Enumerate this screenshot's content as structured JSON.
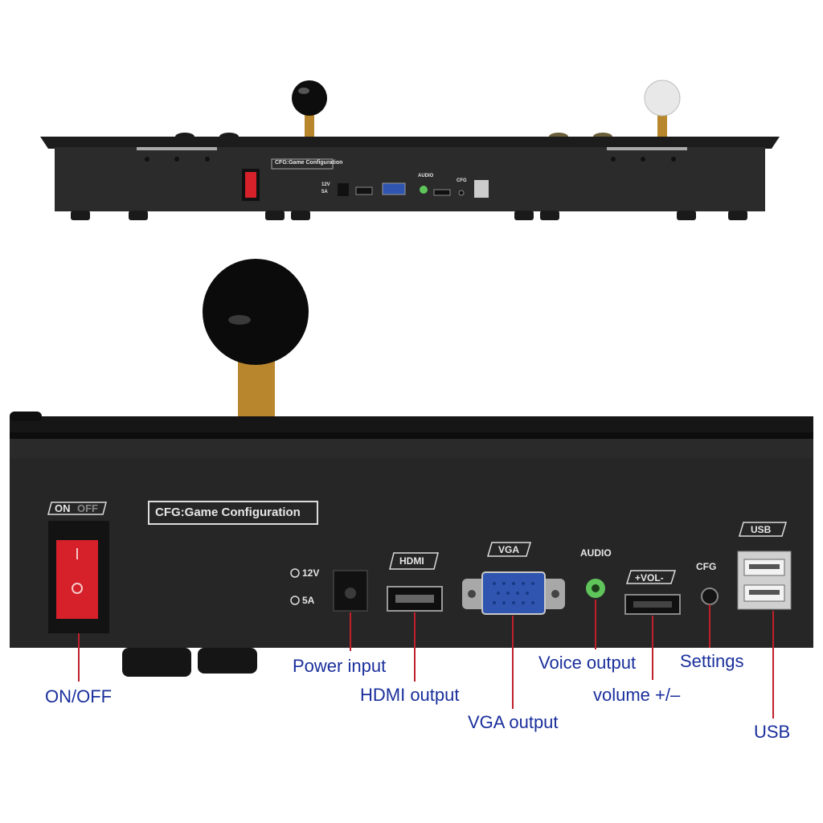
{
  "top_panel": {
    "cfg_box": "CFG:Game Configuration",
    "power_12v": "12V",
    "power_5a": "5A",
    "audio": "AUDIO",
    "cfg": "CFG"
  },
  "main_panel": {
    "switch_tag_on": "ON",
    "switch_tag_off": "OFF",
    "cfg_box": "CFG:Game Configuration",
    "power_12v": "12V",
    "power_5a": "5A",
    "hdmi_tag": "HDMI",
    "vga_tag": "VGA",
    "audio": "AUDIO",
    "vol_tag": "+VOL-",
    "cfg": "CFG",
    "usb_tag": "USB"
  },
  "callouts": {
    "on_off": "ON/OFF",
    "power_input": "Power input",
    "hdmi_output": "HDMI output",
    "vga_output": "VGA output",
    "voice_output": "Voice output",
    "volume": "volume +/–",
    "settings": "Settings",
    "usb": "USB"
  },
  "colors": {
    "callout_text": "#1a2f9c",
    "callout_line": "#c0202a",
    "panel": "#2a2a2a",
    "switch": "#d6202a",
    "vga_port": "#2f55b0",
    "audio_jack": "#5fc45a"
  }
}
